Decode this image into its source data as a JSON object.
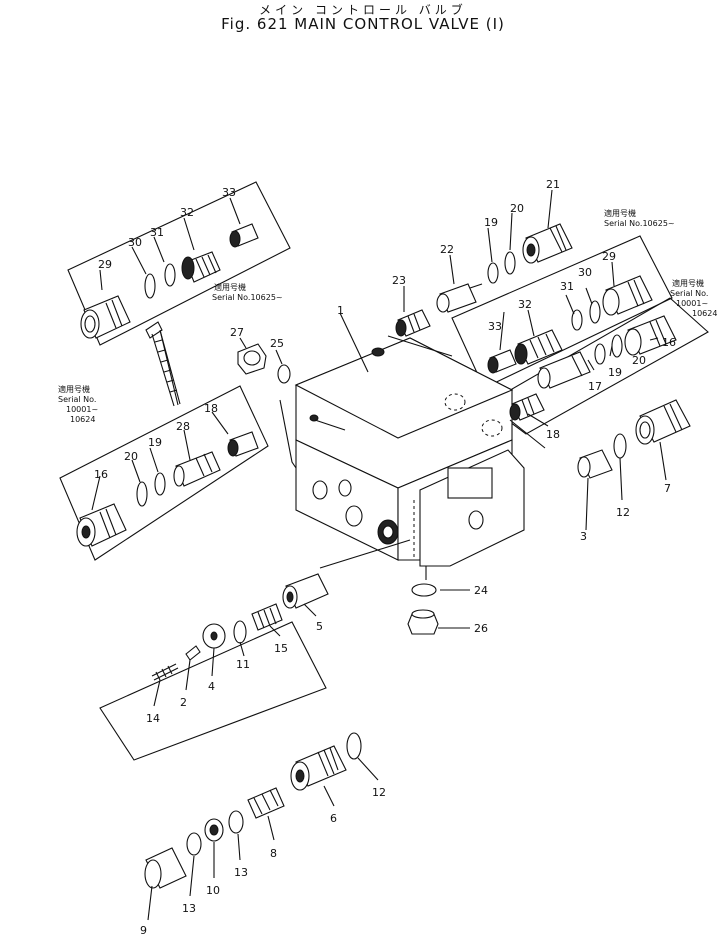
{
  "header": {
    "japanese_title": "メイン コントロール バルブ",
    "figure_title": "Fig. 621 MAIN CONTROL VALVE (I)"
  },
  "notes": {
    "left_top": {
      "kanji": "適用号機",
      "serial": "Serial No.10625~"
    },
    "left_mid": {
      "kanji": "適用号機",
      "serial_label": "Serial No.",
      "range_from": "10001~",
      "range_to": "10624"
    },
    "right_top": {
      "kanji": "適用号機",
      "serial": "Serial No.10625~"
    },
    "right_mid": {
      "kanji": "適用号機",
      "serial_label": "Serial No.",
      "range_from": "10001~",
      "range_to": "10624"
    }
  },
  "part_labels": {
    "p1": "1",
    "p2": "2",
    "p3": "3",
    "p4": "4",
    "p5": "5",
    "p6": "6",
    "p7": "7",
    "p8": "8",
    "p9": "9",
    "p10": "10",
    "p11": "11",
    "p12a": "12",
    "p12b": "12",
    "p13a": "13",
    "p13b": "13",
    "p14": "14",
    "p15": "15",
    "p16a": "16",
    "p16b": "16",
    "p17": "17",
    "p18a": "18",
    "p18b": "18",
    "p19a": "19",
    "p19b": "19",
    "p19c": "19",
    "p20a": "20",
    "p20b": "20",
    "p20c": "20",
    "p21": "21",
    "p22": "22",
    "p23": "23",
    "p24": "24",
    "p25": "25",
    "p26": "26",
    "p27": "27",
    "p28": "28",
    "p29a": "29",
    "p29b": "29",
    "p30a": "30",
    "p30b": "30",
    "p31a": "31",
    "p31b": "31",
    "p32a": "32",
    "p32b": "32",
    "p33a": "33",
    "p33b": "33"
  }
}
